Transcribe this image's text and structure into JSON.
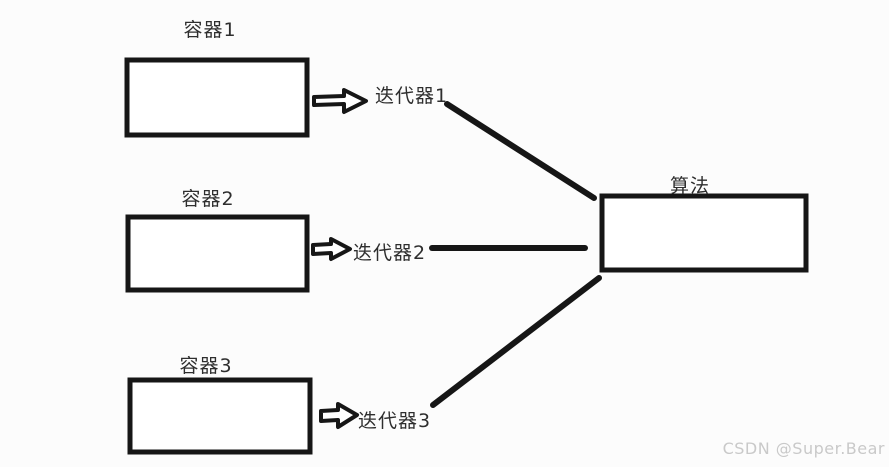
{
  "diagram": {
    "containers": [
      {
        "label": "容器1"
      },
      {
        "label": "容器2"
      },
      {
        "label": "容器3"
      }
    ],
    "iterators": [
      {
        "label": "迭代器1"
      },
      {
        "label": "迭代器2"
      },
      {
        "label": "迭代器3"
      }
    ],
    "algorithm": {
      "label": "算法"
    }
  },
  "watermark": {
    "text": "CSDN @Super.Bear"
  },
  "colors": {
    "stroke": "#161616",
    "text": "#2e2e2e",
    "watermark": "#c9c9c9",
    "background": "#fcfcfc"
  }
}
